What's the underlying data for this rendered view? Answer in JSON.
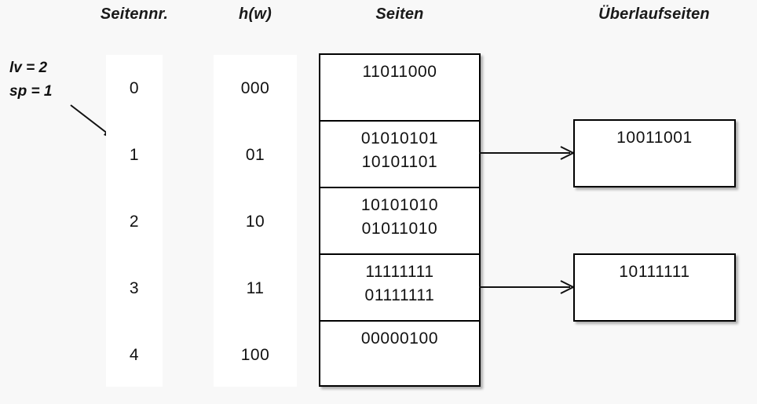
{
  "headers": {
    "seitennr": "Seitennr.",
    "hw": "h(w)",
    "seiten": "Seiten",
    "ueberlaufseiten": "Überlaufseiten"
  },
  "params": {
    "lv": "lv = 2",
    "sp": "sp = 1"
  },
  "colors": {
    "background": "#f8f8f8",
    "cell_background": "#ffffff",
    "line": "#000000",
    "text": "#111111"
  },
  "rows": [
    {
      "seitennr": "0",
      "hw": "000",
      "entries": [
        "11011000"
      ],
      "overflow": null
    },
    {
      "seitennr": "1",
      "hw": "01",
      "entries": [
        "01010101",
        "10101101"
      ],
      "overflow": "10011001"
    },
    {
      "seitennr": "2",
      "hw": "10",
      "entries": [
        "10101010",
        "01011010"
      ],
      "overflow": null
    },
    {
      "seitennr": "3",
      "hw": "11",
      "entries": [
        "11111111",
        "01111111"
      ],
      "overflow": "10111111"
    },
    {
      "seitennr": "4",
      "hw": "100",
      "entries": [
        "00000100"
      ],
      "overflow": null
    }
  ],
  "overflow_pages": [
    {
      "value": "10011001",
      "from_row": 1
    },
    {
      "value": "10111111",
      "from_row": 3
    }
  ]
}
